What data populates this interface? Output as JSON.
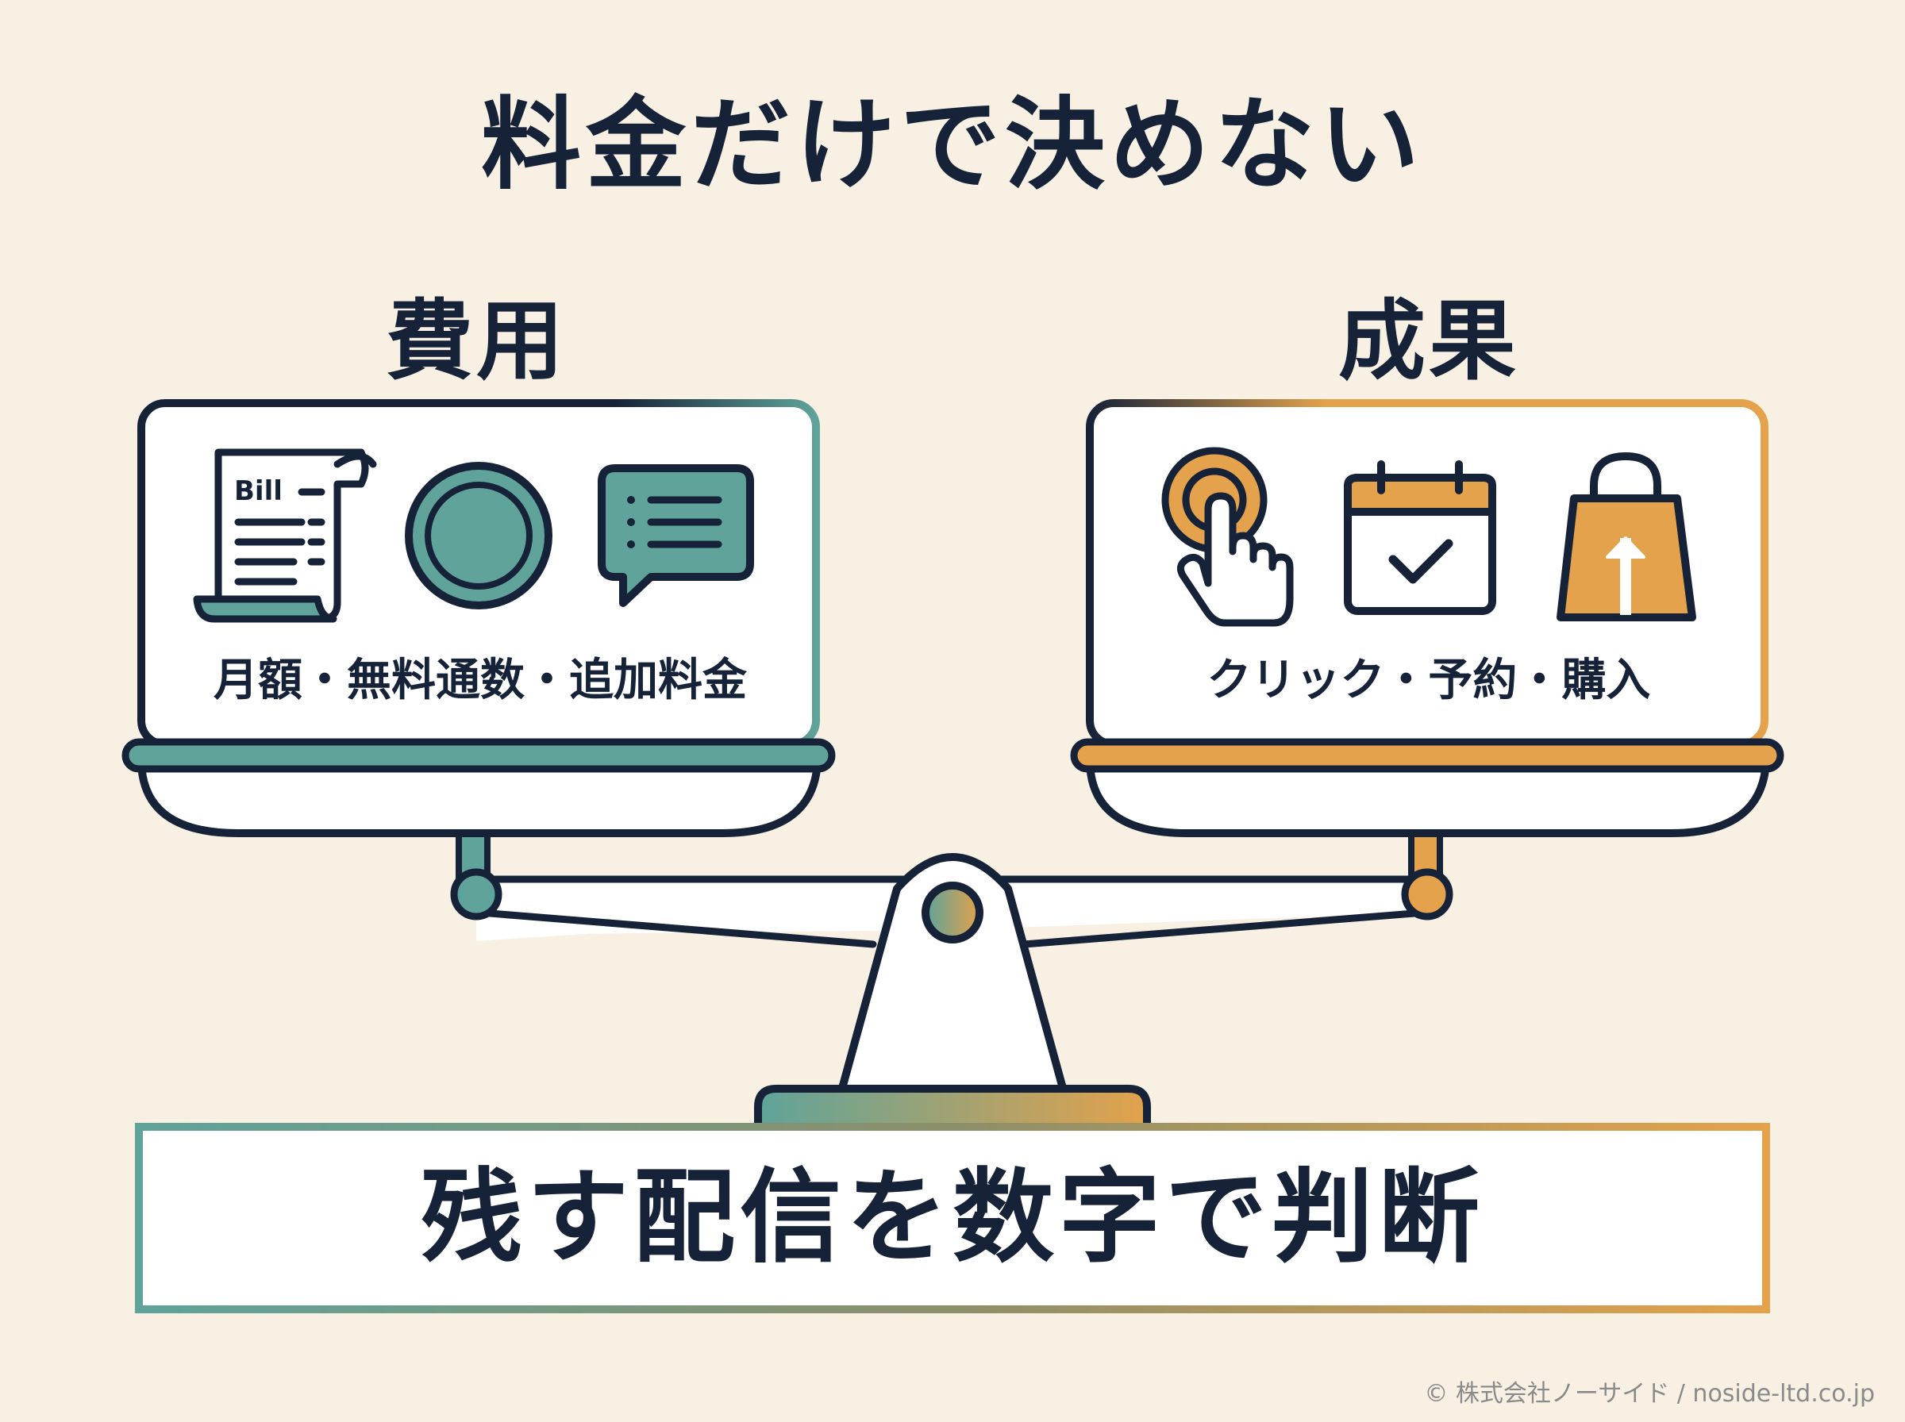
{
  "title": "料金だけで決めない",
  "cost": {
    "heading": "費用",
    "bill_text": "Bill",
    "caption": "月額・無料通数・追加料金"
  },
  "result": {
    "heading": "成果",
    "caption": "クリック・予約・購入"
  },
  "conclusion": "残す配信を数字で判断",
  "copyright": "© 株式会社ノーサイド / noside-ltd.co.jp",
  "colors": {
    "background": "#F7F0E3",
    "navy": "#152238",
    "teal": "#5FA39A",
    "gold": "#E3A24B",
    "white": "#FFFFFF"
  }
}
